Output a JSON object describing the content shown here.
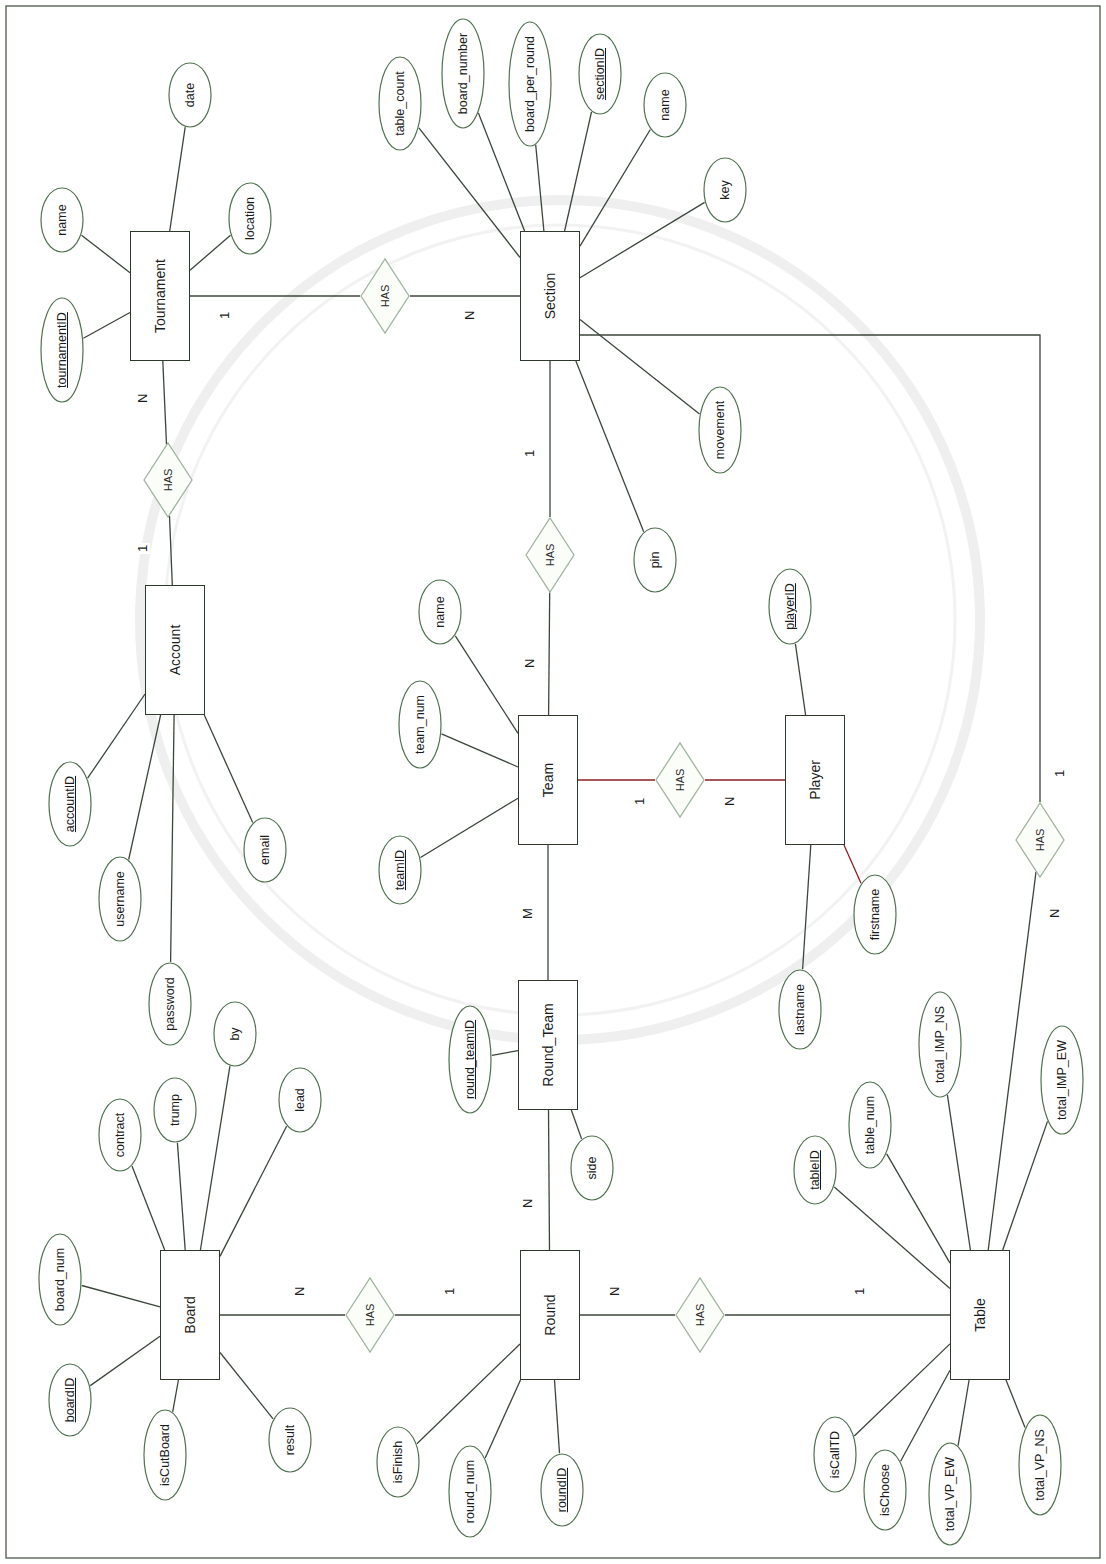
{
  "diagram": {
    "nodes": [
      {
        "text": [
          "Tournament"
        ]
      },
      {
        "text": [
          "tournamentID"
        ]
      },
      {
        "text": [
          "name"
        ]
      },
      {
        "text": [
          "date"
        ]
      },
      {
        "text": [
          "location"
        ]
      },
      {
        "text": [
          "HAS"
        ]
      },
      {
        "text": [
          "Account"
        ]
      },
      {
        "text": [
          "accountID"
        ]
      },
      {
        "text": [
          "username"
        ]
      },
      {
        "text": [
          "password"
        ]
      },
      {
        "text": [
          "email"
        ]
      },
      {
        "text": [
          "HAS"
        ]
      },
      {
        "text": [
          "Section"
        ]
      },
      {
        "text": [
          "table_count"
        ]
      },
      {
        "text": [
          "board_number"
        ]
      },
      {
        "text": [
          "board_per_round"
        ]
      },
      {
        "text": [
          "sectionID"
        ]
      },
      {
        "text": [
          "name"
        ]
      },
      {
        "text": [
          "key"
        ]
      },
      {
        "text": [
          "movement"
        ]
      },
      {
        "text": [
          "pin"
        ]
      },
      {
        "text": [
          "HAS"
        ]
      },
      {
        "text": [
          "Team"
        ]
      },
      {
        "text": [
          "teamID"
        ]
      },
      {
        "text": [
          "team_num"
        ]
      },
      {
        "text": [
          "name"
        ]
      },
      {
        "text": [
          "HAS"
        ]
      },
      {
        "text": [
          "Player"
        ]
      },
      {
        "text": [
          "playerID"
        ]
      },
      {
        "text": [
          "firstname"
        ]
      },
      {
        "text": [
          "lastname"
        ]
      },
      {
        "text": [
          "Round_Team"
        ]
      },
      {
        "text": [
          "round_teamID"
        ]
      },
      {
        "text": [
          "side"
        ]
      },
      {
        "text": [
          "Board"
        ]
      },
      {
        "text": [
          "boardID"
        ]
      },
      {
        "text": [
          "board_num"
        ]
      },
      {
        "text": [
          "contract"
        ]
      },
      {
        "text": [
          "trump"
        ]
      },
      {
        "text": [
          "by"
        ]
      },
      {
        "text": [
          "lead"
        ]
      },
      {
        "text": [
          "isCutBoard"
        ]
      },
      {
        "text": [
          "result"
        ]
      },
      {
        "text": [
          "HAS"
        ]
      },
      {
        "text": [
          "Round"
        ]
      },
      {
        "text": [
          "isFinish"
        ]
      },
      {
        "text": [
          "round_num"
        ]
      },
      {
        "text": [
          "roundID"
        ]
      },
      {
        "text": [
          "HAS"
        ]
      },
      {
        "text": [
          "Table"
        ]
      },
      {
        "text": [
          "tableID"
        ]
      },
      {
        "text": [
          "table_num"
        ]
      },
      {
        "text": [
          "total_IMP_NS"
        ]
      },
      {
        "text": [
          "total_IMP_EW"
        ]
      },
      {
        "text": [
          "isCallTD"
        ]
      },
      {
        "text": [
          "isChoose"
        ]
      },
      {
        "text": [
          "total_VP_EW"
        ]
      },
      {
        "text": [
          "total_VP_NS"
        ]
      },
      {
        "text": [
          "HAS"
        ]
      }
    ],
    "edges": [
      {
        "from": 0,
        "to": 1,
        "arrow": "none"
      },
      {
        "from": 0,
        "to": 2,
        "arrow": "none"
      },
      {
        "from": 0,
        "to": 3,
        "arrow": "none"
      },
      {
        "from": 0,
        "to": 4,
        "arrow": "none"
      },
      {
        "from": 0,
        "to": 5,
        "label": "N",
        "arrow": "none"
      },
      {
        "from": 5,
        "to": 6,
        "label": "1",
        "arrow": "none"
      },
      {
        "from": 6,
        "to": 7,
        "arrow": "none"
      },
      {
        "from": 6,
        "to": 8,
        "arrow": "none"
      },
      {
        "from": 6,
        "to": 9,
        "arrow": "none"
      },
      {
        "from": 6,
        "to": 10,
        "arrow": "none"
      },
      {
        "from": 0,
        "to": 11,
        "label": "1",
        "arrow": "none"
      },
      {
        "from": 11,
        "to": 12,
        "label": "N",
        "arrow": "none"
      },
      {
        "from": 12,
        "to": 13,
        "arrow": "none"
      },
      {
        "from": 12,
        "to": 14,
        "arrow": "none"
      },
      {
        "from": 12,
        "to": 15,
        "arrow": "none"
      },
      {
        "from": 12,
        "to": 16,
        "arrow": "none"
      },
      {
        "from": 12,
        "to": 17,
        "arrow": "none"
      },
      {
        "from": 12,
        "to": 18,
        "arrow": "none"
      },
      {
        "from": 12,
        "to": 19,
        "arrow": "none"
      },
      {
        "from": 12,
        "to": 20,
        "arrow": "none"
      },
      {
        "from": 12,
        "to": 21,
        "label": "1",
        "arrow": "none"
      },
      {
        "from": 21,
        "to": 22,
        "label": "N",
        "arrow": "none"
      },
      {
        "from": 22,
        "to": 23,
        "arrow": "none"
      },
      {
        "from": 22,
        "to": 24,
        "arrow": "none"
      },
      {
        "from": 22,
        "to": 25,
        "arrow": "none"
      },
      {
        "from": 22,
        "to": 26,
        "label": "1",
        "arrow": "none"
      },
      {
        "from": 26,
        "to": 27,
        "label": "N",
        "arrow": "none"
      },
      {
        "from": 27,
        "to": 28,
        "arrow": "none"
      },
      {
        "from": 27,
        "to": 29,
        "arrow": "none"
      },
      {
        "from": 27,
        "to": 30,
        "arrow": "none"
      },
      {
        "from": 22,
        "to": 31,
        "label": "M",
        "arrow": "none"
      },
      {
        "from": 31,
        "to": 32,
        "arrow": "none"
      },
      {
        "from": 31,
        "to": 33,
        "arrow": "none"
      },
      {
        "from": 31,
        "to": 44,
        "label": "N",
        "arrow": "none"
      },
      {
        "from": 34,
        "to": 35,
        "arrow": "none"
      },
      {
        "from": 34,
        "to": 36,
        "arrow": "none"
      },
      {
        "from": 34,
        "to": 37,
        "arrow": "none"
      },
      {
        "from": 34,
        "to": 38,
        "arrow": "none"
      },
      {
        "from": 34,
        "to": 39,
        "arrow": "none"
      },
      {
        "from": 34,
        "to": 40,
        "arrow": "none"
      },
      {
        "from": 34,
        "to": 41,
        "arrow": "none"
      },
      {
        "from": 34,
        "to": 42,
        "arrow": "none"
      },
      {
        "from": 34,
        "to": 43,
        "label": "N",
        "arrow": "none"
      },
      {
        "from": 43,
        "to": 44,
        "label": "1",
        "arrow": "none"
      },
      {
        "from": 44,
        "to": 45,
        "arrow": "none"
      },
      {
        "from": 44,
        "to": 46,
        "arrow": "none"
      },
      {
        "from": 44,
        "to": 47,
        "arrow": "none"
      },
      {
        "from": 44,
        "to": 48,
        "label": "N",
        "arrow": "none"
      },
      {
        "from": 48,
        "to": 49,
        "label": "1",
        "arrow": "none"
      },
      {
        "from": 49,
        "to": 50,
        "arrow": "none"
      },
      {
        "from": 49,
        "to": 51,
        "arrow": "none"
      },
      {
        "from": 49,
        "to": 52,
        "arrow": "none"
      },
      {
        "from": 49,
        "to": 53,
        "arrow": "none"
      },
      {
        "from": 49,
        "to": 54,
        "arrow": "none"
      },
      {
        "from": 49,
        "to": 55,
        "arrow": "none"
      },
      {
        "from": 49,
        "to": 56,
        "arrow": "none"
      },
      {
        "from": 49,
        "to": 57,
        "arrow": "none"
      },
      {
        "from": 12,
        "to": 58,
        "label": "1",
        "arrow": "none"
      },
      {
        "from": 58,
        "to": 49,
        "label": "N",
        "arrow": "none"
      }
    ]
  }
}
